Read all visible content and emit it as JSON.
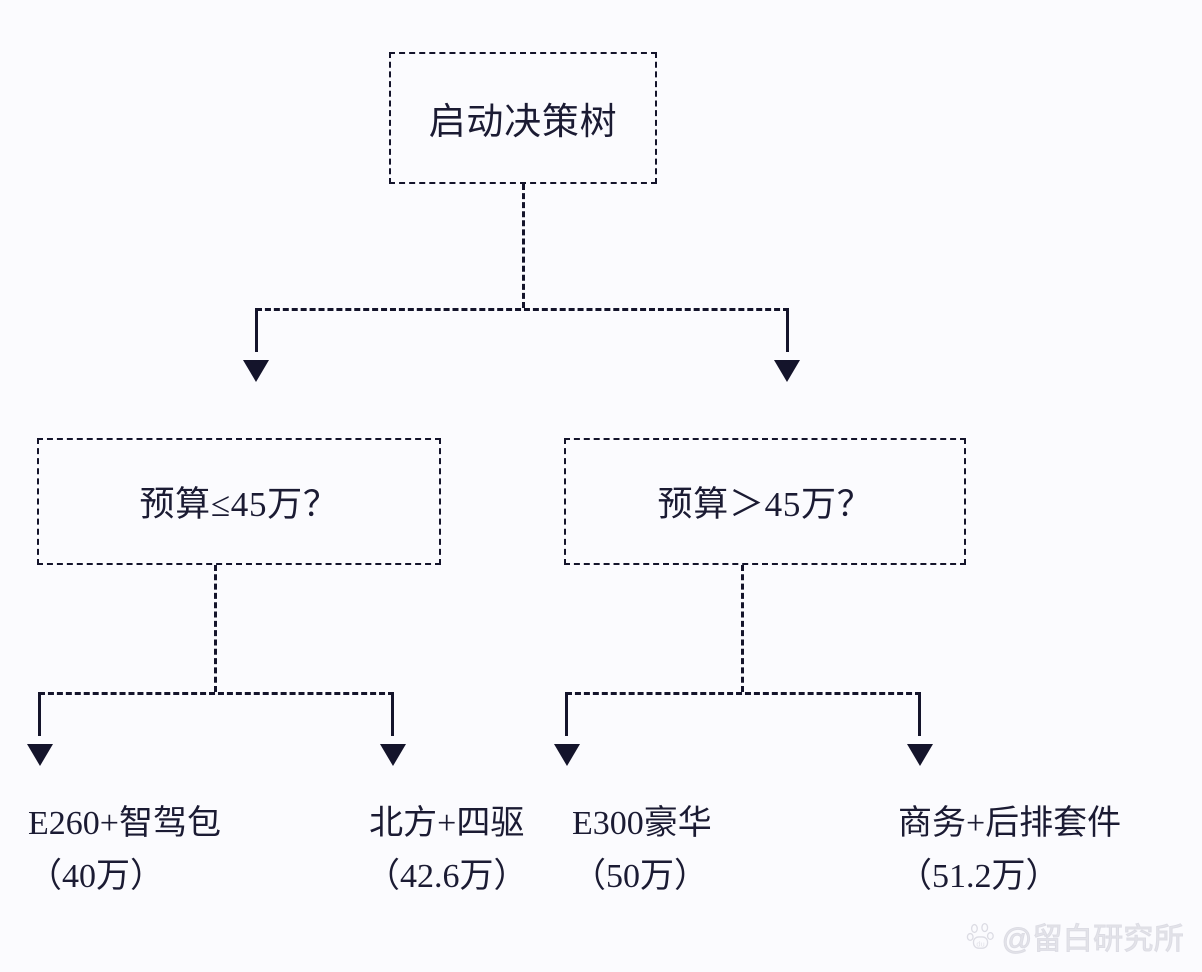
{
  "diagram": {
    "type": "decision-tree",
    "background_color": "#fbfbfe",
    "line_color": "#14142b",
    "text_color": "#1b1b33",
    "root": {
      "label": "启动决策树"
    },
    "decisions": [
      {
        "id": "left",
        "label": "预算≤45万？"
      },
      {
        "id": "right",
        "label": "预算＞45万？"
      }
    ],
    "leaves": [
      {
        "name": "E260+智驾包",
        "price": "（40万）"
      },
      {
        "name": "北方+四驱",
        "price": "（42.6万）"
      },
      {
        "name": "E300豪华",
        "price": "（50万）"
      },
      {
        "name": "商务+后排套件",
        "price": "（51.2万）"
      }
    ]
  },
  "watermark": {
    "text": "@留白研究所",
    "icon": "baidu-paw-icon"
  }
}
